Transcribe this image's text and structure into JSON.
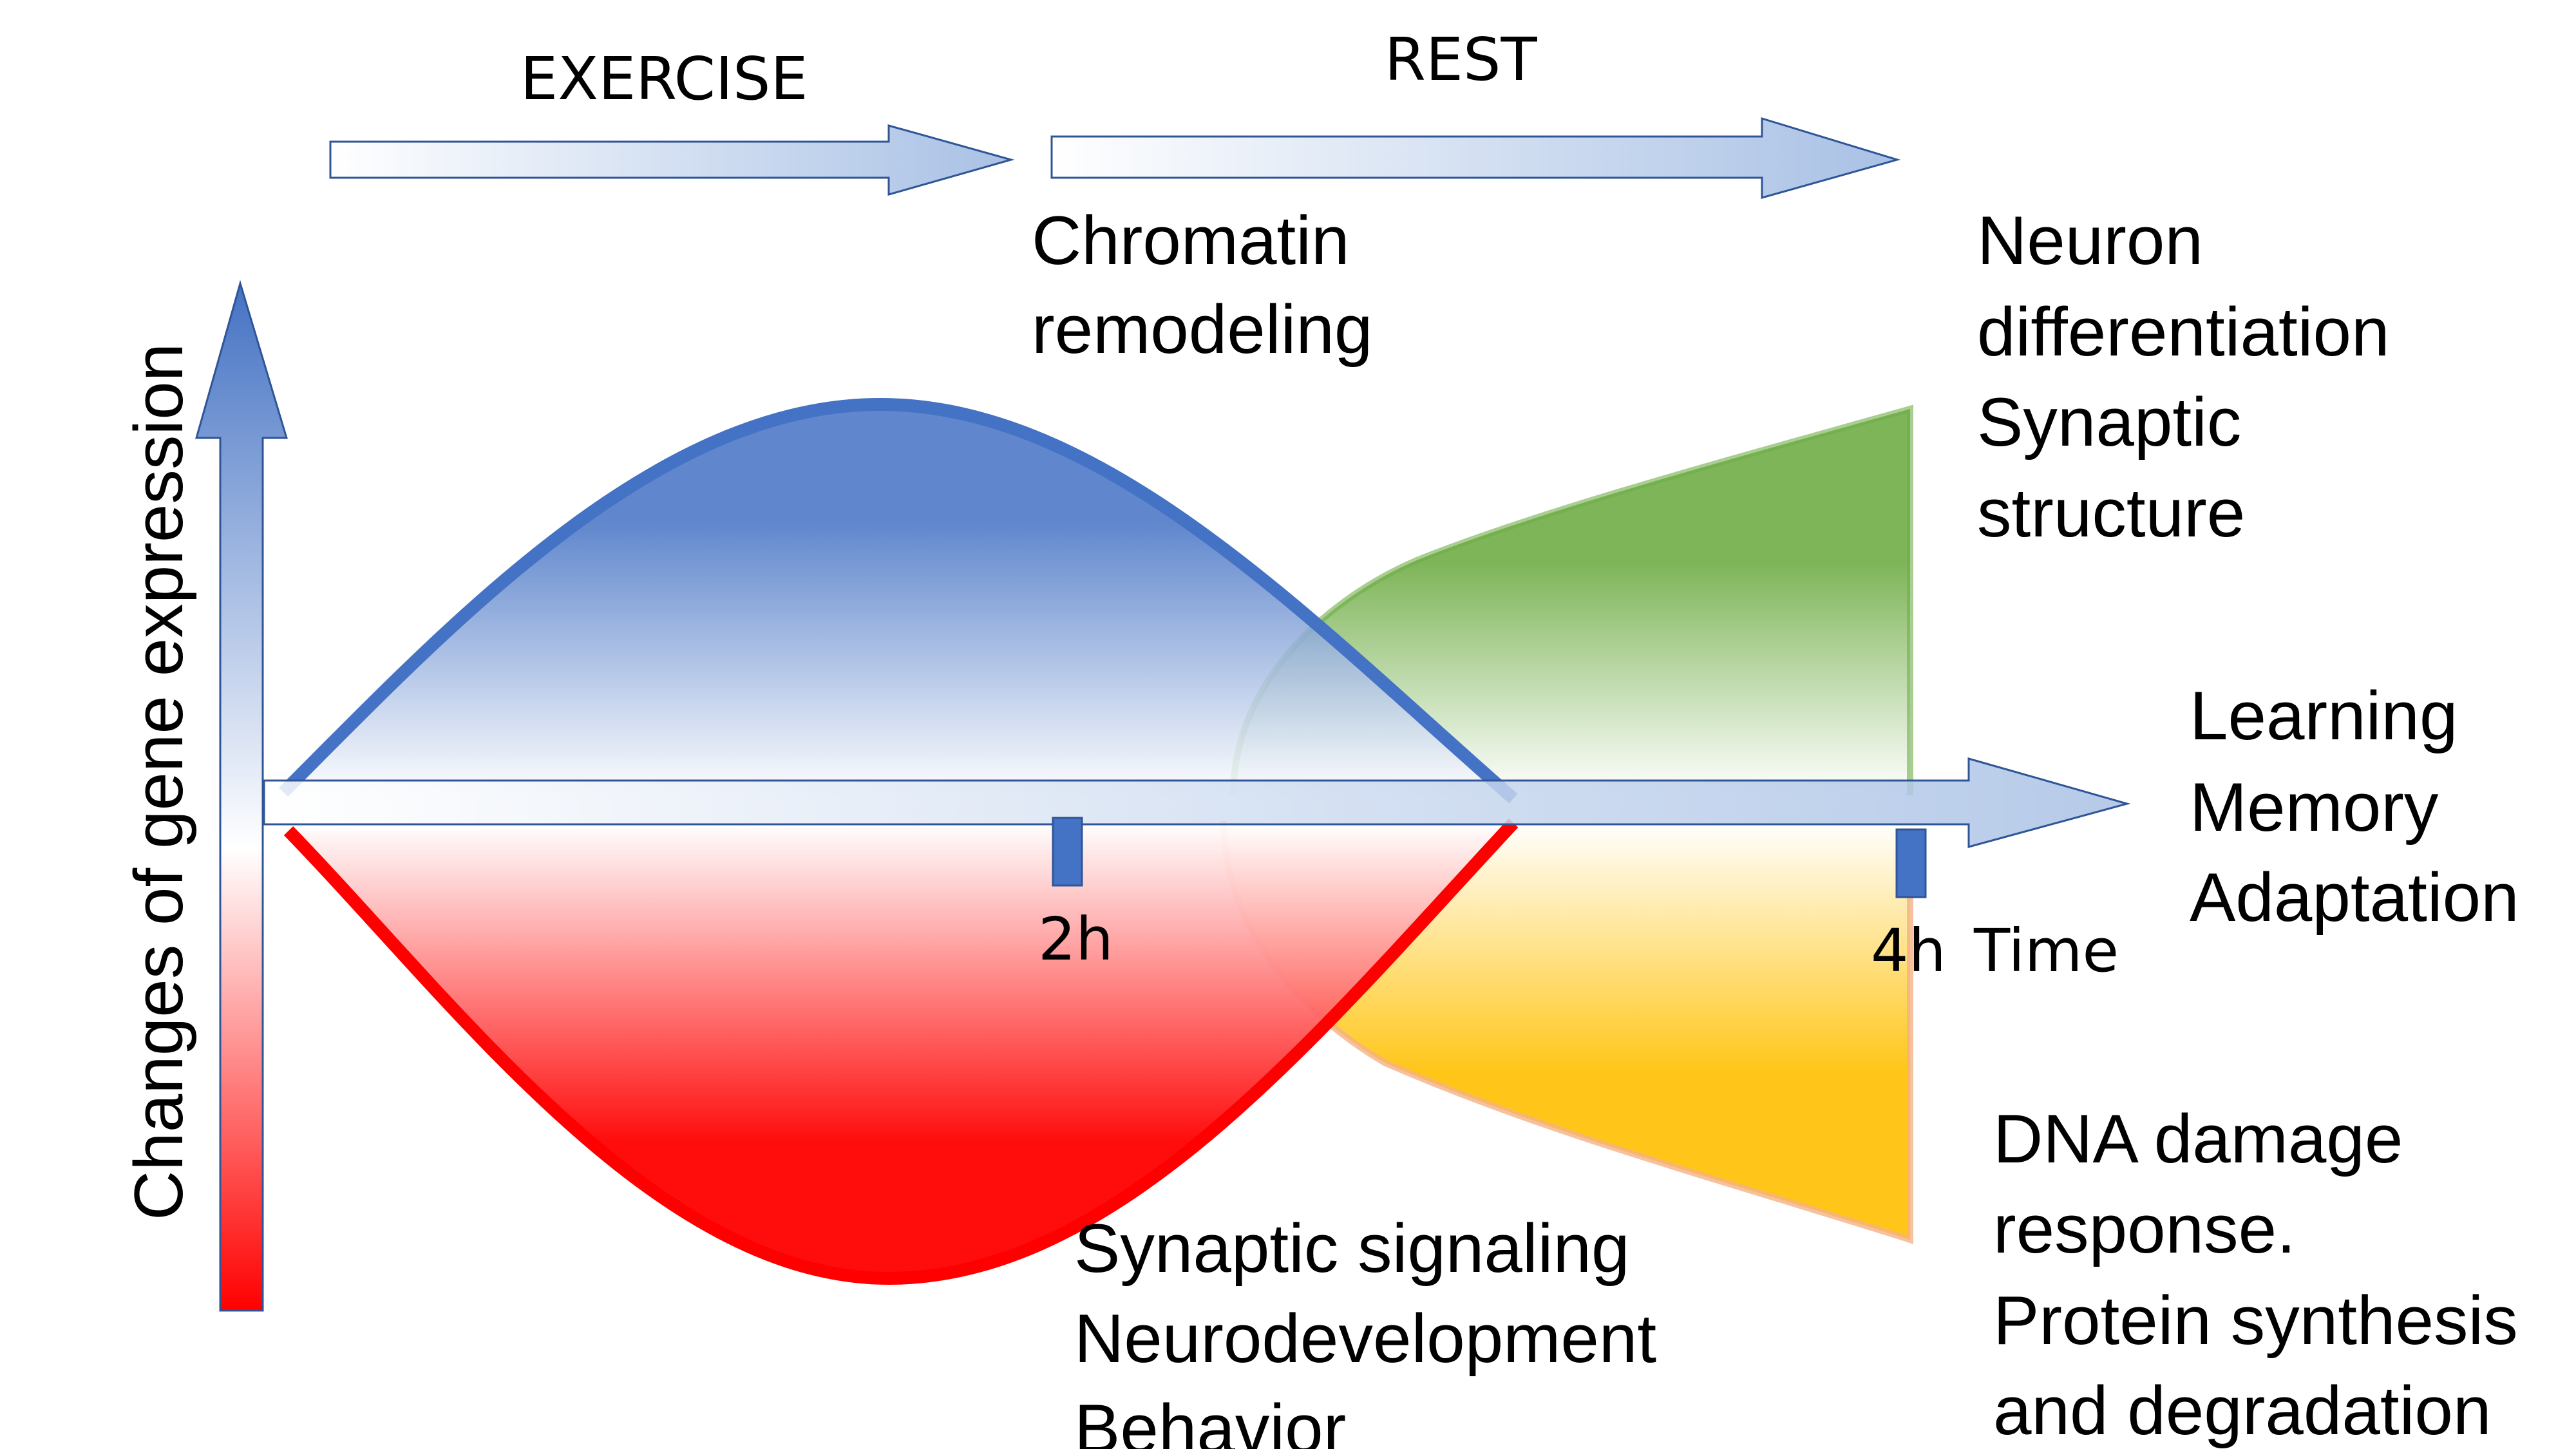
{
  "phases": {
    "exercise": "EXERCISE",
    "rest": "REST"
  },
  "axes": {
    "y_label": "Changes of gene expression",
    "x_label": "Time"
  },
  "ticks": [
    {
      "label": "2h"
    },
    {
      "label": "4h"
    }
  ],
  "labels": {
    "chromatin": [
      "Chromatin",
      "remodeling"
    ],
    "neuron": [
      "Neuron",
      "differentiation",
      "Synaptic",
      "structure"
    ],
    "outcomes": [
      "Learning",
      "Memory",
      "Adaptation"
    ],
    "synaptic": [
      "Synaptic signaling",
      "Neurodevelopment",
      "Behavior"
    ],
    "dna": [
      "DNA damage",
      "response.",
      "Protein synthesis",
      "and degradation"
    ]
  },
  "colors": {
    "up_early": "#4472c4",
    "down_early": "#ff0000",
    "up_late": "#70ad47",
    "down_late": "#ffc000",
    "arrow_fill": "#b4c7e7",
    "arrow_stroke": "#2f5597"
  }
}
